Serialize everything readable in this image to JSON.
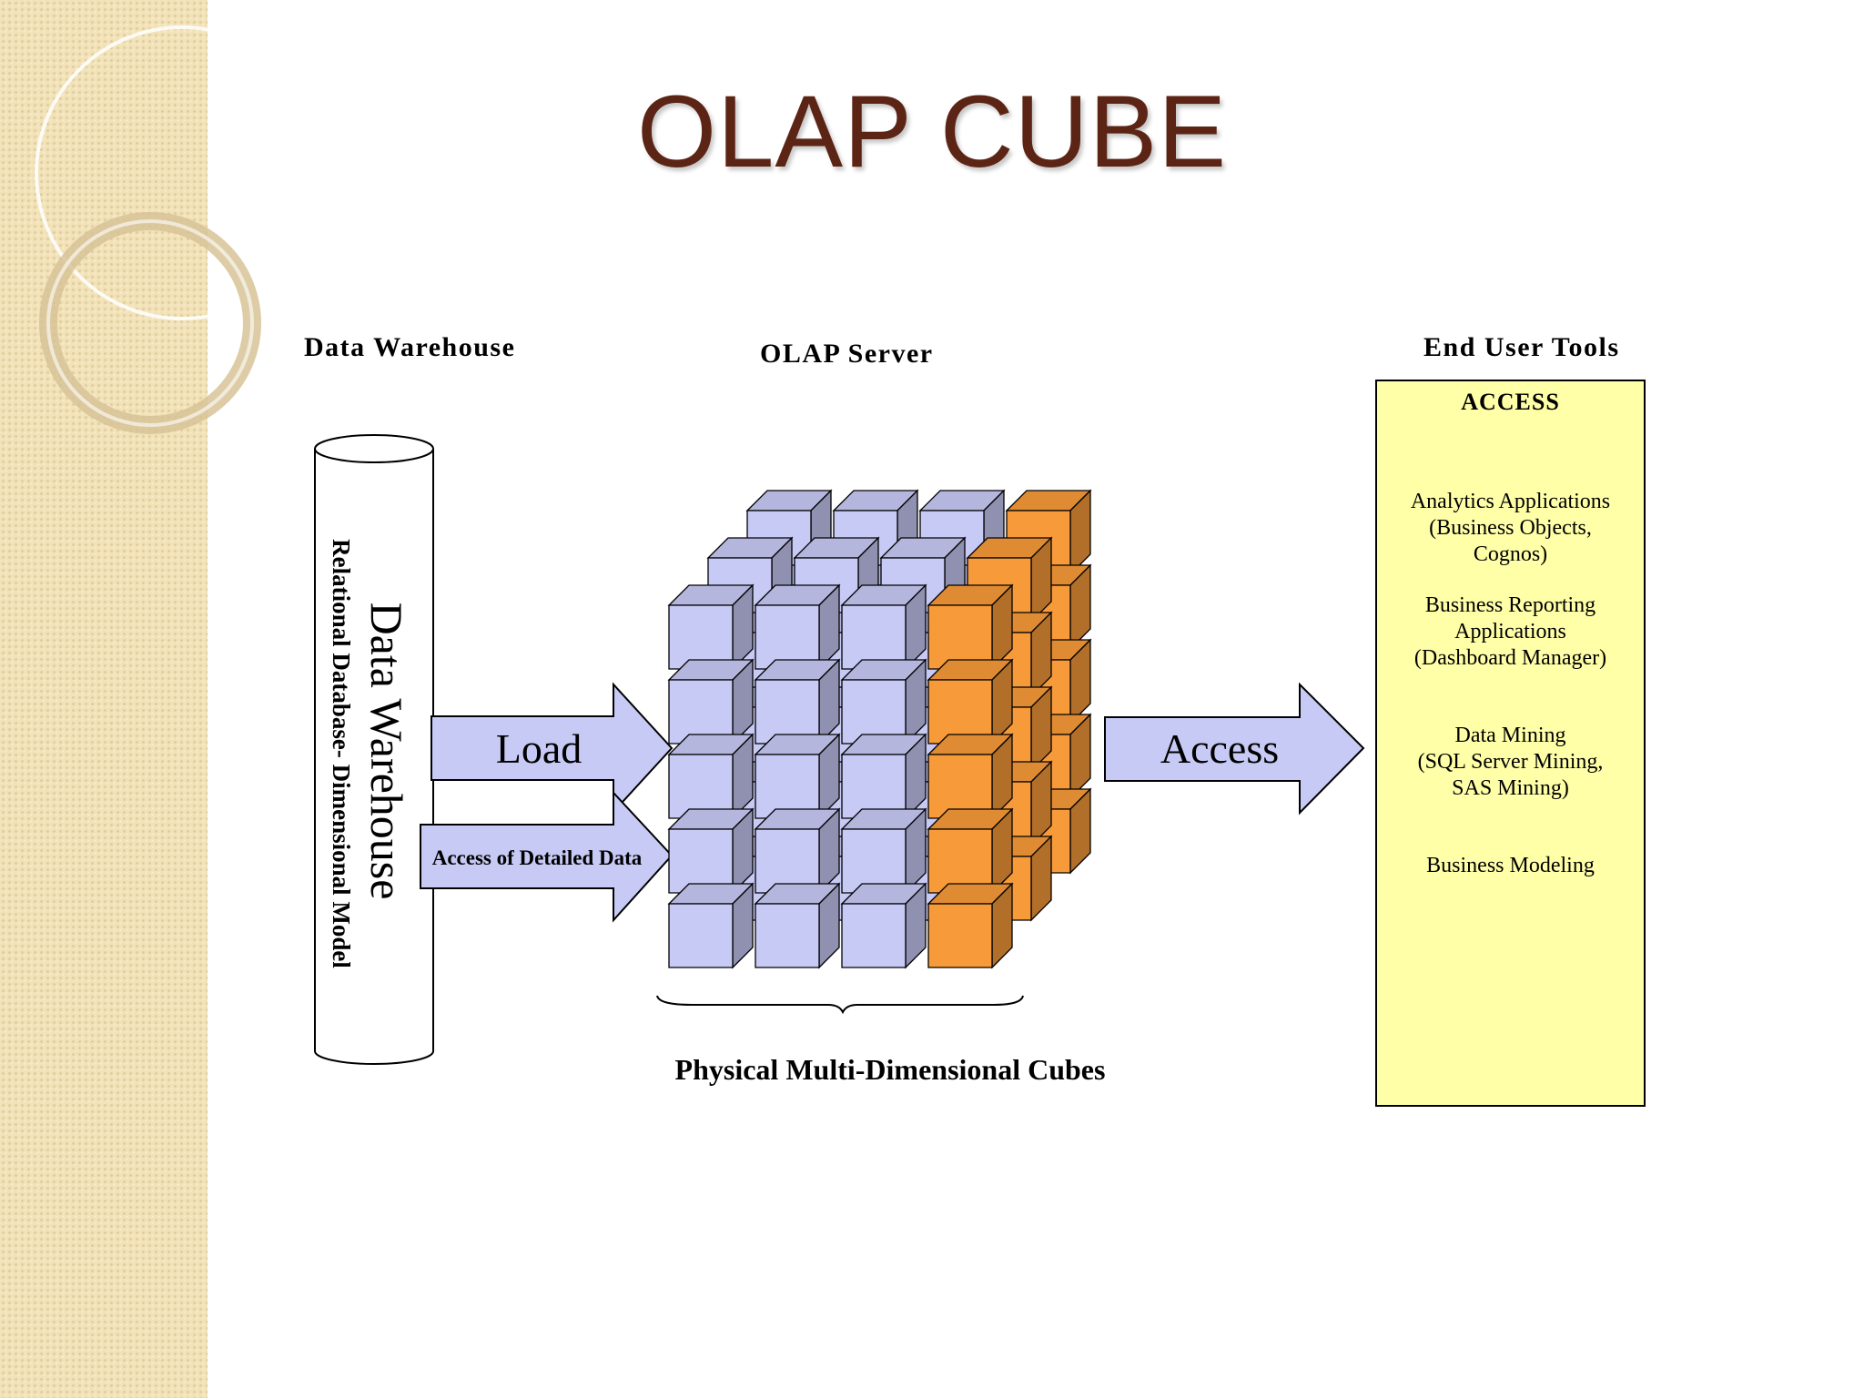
{
  "slide": {
    "title": "OLAP CUBE"
  },
  "diagram": {
    "sections": {
      "data_warehouse": "Data Warehouse",
      "olap_server": "OLAP Server",
      "end_user_tools": "End User Tools"
    },
    "cylinder": {
      "label": "Data Warehouse",
      "sublabel": "Relational Database- Dimensional Model"
    },
    "arrows": {
      "load": "Load",
      "detailed": "Access of Detailed Data",
      "access": "Access"
    },
    "cubes_caption": "Physical Multi-Dimensional Cubes",
    "cube_colors": {
      "lavender": "#c8caf6",
      "orange": "#f79a3a"
    },
    "tools": {
      "heading": "ACCESS",
      "items": [
        "Analytics Applications\n(Business Objects,\nCognos)",
        "Business Reporting\nApplications\n(Dashboard Manager)",
        "Data Mining\n(SQL Server Mining,\nSAS Mining)",
        "Business Modeling"
      ]
    }
  }
}
